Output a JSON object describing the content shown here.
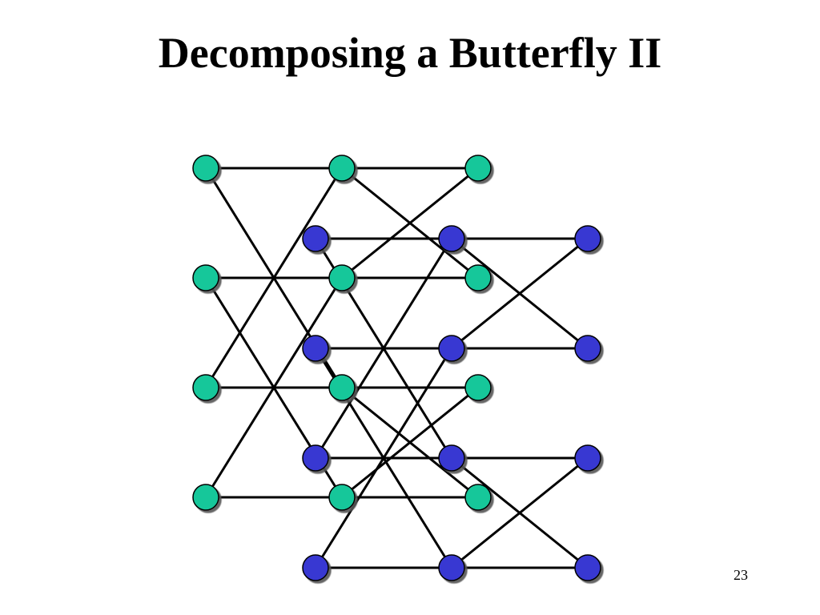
{
  "slide": {
    "title": "Decomposing a Butterfly II",
    "page_number": "23"
  },
  "diagram": {
    "node_colors": {
      "front_network": "#19c79a",
      "back_network": "#3737d2",
      "edge": "#000000"
    },
    "networks": [
      {
        "name": "front-network",
        "color_key": "front_network",
        "columns": 3,
        "rows": 4
      },
      {
        "name": "back-network",
        "color_key": "back_network",
        "columns": 3,
        "rows": 4
      }
    ]
  }
}
